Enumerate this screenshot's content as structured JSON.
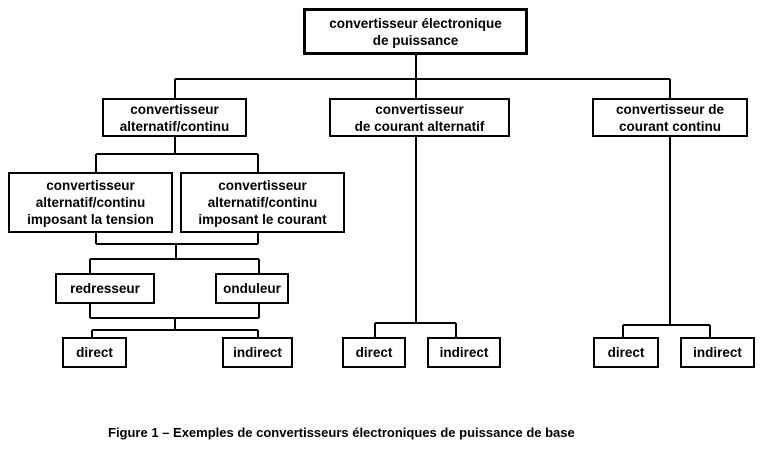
{
  "diagram": {
    "title_node": "convertisseur électronique de puissance",
    "nodes": {
      "root": {
        "label": "convertisseur électronique\nde puissance"
      },
      "acdc": {
        "label": "convertisseur\nalternatif/continu"
      },
      "ac": {
        "label": "convertisseur\nde courant alternatif"
      },
      "dc": {
        "label": "convertisseur de\ncourant continu"
      },
      "tension": {
        "label": "convertisseur\nalternatif/continu\nimposant la tension"
      },
      "courant": {
        "label": "convertisseur\nalternatif/continu\nimposant le courant"
      },
      "redresseur": {
        "label": "redresseur"
      },
      "onduleur": {
        "label": "onduleur"
      },
      "direct_1": {
        "label": "direct"
      },
      "indirect_1": {
        "label": "indirect"
      },
      "direct_2": {
        "label": "direct"
      },
      "indirect_2": {
        "label": "indirect"
      },
      "direct_3": {
        "label": "direct"
      },
      "indirect_3": {
        "label": "indirect"
      }
    },
    "hierarchy": {
      "convertisseur électronique de puissance": {
        "convertisseur alternatif/continu": {
          "convertisseur alternatif/continu imposant la tension + convertisseur alternatif/continu imposant le courant": {
            "redresseur + onduleur": [
              "direct",
              "indirect"
            ]
          }
        },
        "convertisseur de courant alternatif": [
          "direct",
          "indirect"
        ],
        "convertisseur de courant continu": [
          "direct",
          "indirect"
        ]
      }
    },
    "caption": "Figure 1 – Exemples de convertisseurs électroniques de puissance de base",
    "colors": {
      "background": "#ffffff",
      "line": "#000000",
      "text": "#000000",
      "box_fill": "#ffffff"
    }
  }
}
